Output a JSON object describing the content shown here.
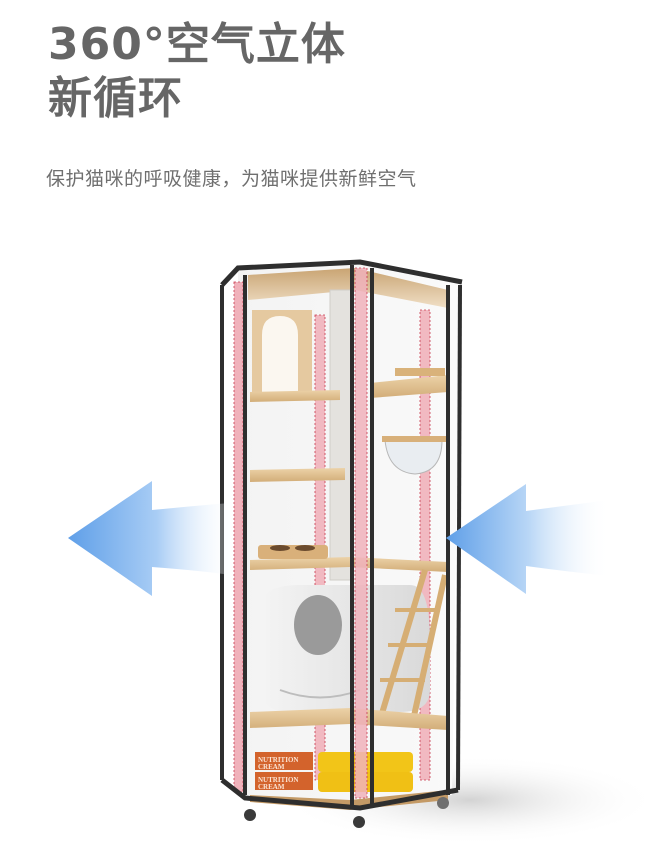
{
  "headline": {
    "line1": "360°空气立体",
    "line2": "新循环"
  },
  "subtitle": "保护猫咪的呼吸健康，为猫咪提供新鲜空气",
  "product": {
    "name": "hexagonal glass cat cabinet",
    "food_bag_label_1": "NUTRITION",
    "food_bag_label_2": "CREAM"
  },
  "colors": {
    "headline": "#666666",
    "subtitle": "#6f6f6f",
    "frame": "#2e2e2e",
    "led_strip": "#e8a3ad",
    "wood": "#e3c395",
    "arrow": "#6aa8ea"
  },
  "arrows": {
    "left": "airflow-out",
    "right": "airflow-in"
  }
}
